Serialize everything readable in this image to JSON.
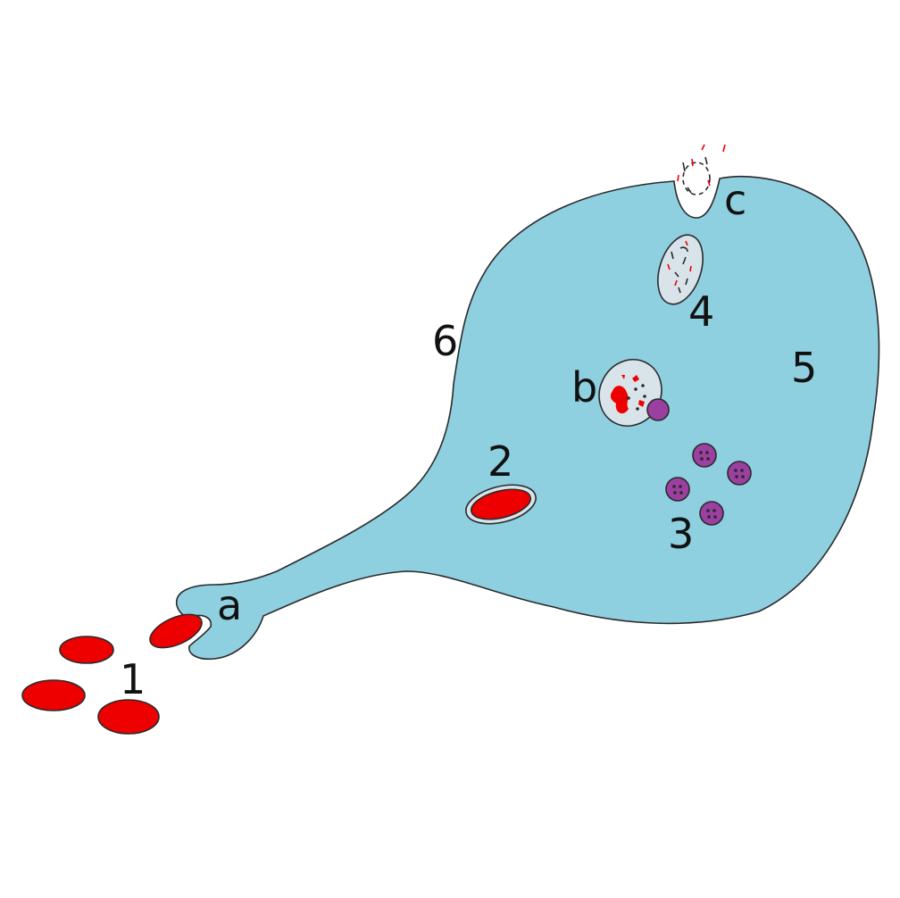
{
  "labels": {
    "one": "1",
    "two": "2",
    "three": "3",
    "four": "4",
    "five": "5",
    "six": "6",
    "a": "a",
    "b": "b",
    "c": "c"
  },
  "colors": {
    "cytoplasm": "#8ecfe0",
    "red_cell": "#ee0000",
    "vacuole": "#d8e4ea",
    "lysosome": "#9b3fa0",
    "outline": "#2a2a2a"
  }
}
